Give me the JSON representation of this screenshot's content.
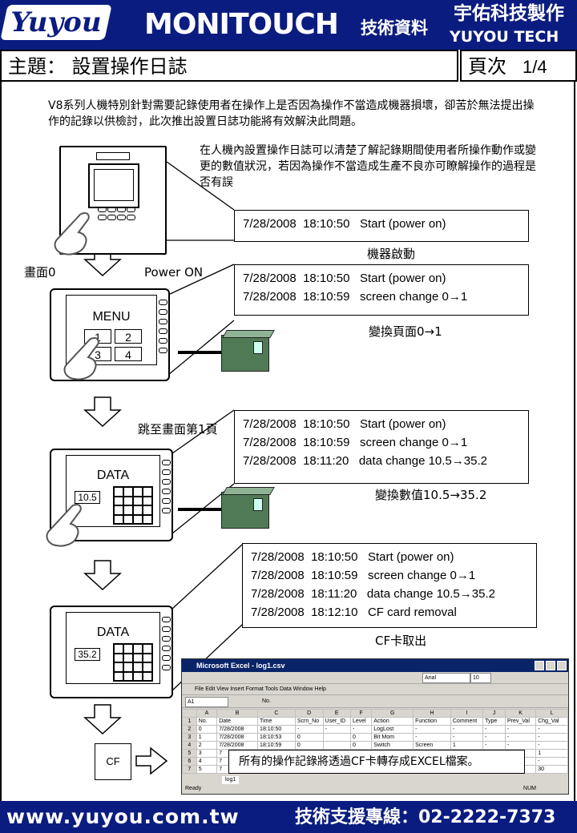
{
  "header": {
    "logo": "Yuyou",
    "product": "MONITOUCH",
    "doc_type": "技術資料",
    "company_zh": "宇佑科技製作",
    "company_en": "YUYOU TECH"
  },
  "subject": {
    "label": "主題： 設置操作日誌"
  },
  "page": {
    "label": "頁次",
    "value": "1/4"
  },
  "intro": "V8系列人機特別針對需要記錄使用者在操作上是否因為操作不當造成機器損壞，卻苦於無法提出操作的記錄以供檢討，此次推出設置日誌功能將有效解決此問題。",
  "description": "在人機內設置操作日誌可以清楚了解記錄期間使用者所操作動作或變更的數值狀況，若因為操作不當造成生產不良亦可瞭解操作的過程是否有誤",
  "steps": {
    "screen0": "畫面0",
    "power_on": "Power ON",
    "jump": "跳至畫面第1頁"
  },
  "logs": [
    {
      "lines": [
        "7/28/2008  18:10:50   Start (power on)"
      ],
      "caption": "機器啟動"
    },
    {
      "lines": [
        "7/28/2008  18:10:50   Start (power on)",
        "7/28/2008  18:10:59   screen change 0→1"
      ],
      "caption": "變換頁面0→1"
    },
    {
      "lines": [
        "7/28/2008  18:10:50   Start (power on)",
        "7/28/2008  18:10:59   screen change 0→1",
        "7/28/2008  18:11:20   data change 10.5→35.2"
      ],
      "caption": "變換數值10.5→35.2"
    },
    {
      "lines": [
        "7/28/2008  18:10:50   Start (power on)",
        "7/28/2008  18:10:59   screen change 0→1",
        "7/28/2008  18:11:20   data change 10.5→35.2",
        "7/28/2008  18:12:10   CF card removal"
      ],
      "caption": "CF卡取出"
    }
  ],
  "screens": {
    "menu_title": "MENU",
    "menu_buttons": [
      "1",
      "2",
      "3",
      "4"
    ],
    "data_title": "DATA",
    "data_value_before": "10.5",
    "data_value_after": "35.2",
    "cf_label": "CF"
  },
  "excel": {
    "title": "Microsoft Excel - log1.csv",
    "menu": "File  Edit  View  Insert  Format  Tools  Data  Window  Help",
    "font_name": "Arial",
    "font_size": "10",
    "cell_ref": "A1",
    "formula": "No.",
    "columns": [
      "",
      "A",
      "B",
      "C",
      "D",
      "E",
      "F",
      "G",
      "H",
      "I",
      "J",
      "K",
      "L"
    ],
    "rows": [
      [
        "1",
        "No.",
        "Date",
        "Time",
        "Scrn_No",
        "User_ID",
        "Level",
        "Action",
        "Function",
        "Comment",
        "Type",
        "Prev_Val",
        "Chg_Val"
      ],
      [
        "2",
        "0",
        "7/28/2008",
        "18:10:50",
        "-",
        "-",
        "-",
        "LogLost",
        "-",
        "-",
        "-",
        "-",
        "-"
      ],
      [
        "3",
        "1",
        "7/28/2008",
        "18:10:53",
        "0",
        "",
        "0",
        "Bit Mom",
        "-",
        "-",
        "-",
        "-",
        "-"
      ],
      [
        "4",
        "2",
        "7/28/2008",
        "18:10:59",
        "0",
        "",
        "0",
        "Switch",
        "Screen",
        "1",
        "-",
        "-",
        "-"
      ],
      [
        "5",
        "3",
        "7",
        "",
        "",
        "",
        "",
        "",
        "",
        "",
        "",
        "",
        "1"
      ],
      [
        "6",
        "4",
        "7",
        "",
        "",
        "",
        "",
        "",
        "",
        "",
        "",
        "",
        "-"
      ],
      [
        "7",
        "5",
        "7",
        "",
        "",
        "",
        "",
        "",
        "",
        "",
        "",
        "",
        "30"
      ]
    ],
    "sheet_tab": "log1",
    "status": "Ready",
    "num": "NUM"
  },
  "note": "所有的操作記錄將透過CF卡轉存成EXCEL檔案。",
  "footer": {
    "url": "www.yuyou.com.tw",
    "hotline": "技術支援專線：02-2222-7373"
  },
  "colors": {
    "brand": "#0b1c80",
    "plc": "#4f7a55"
  }
}
